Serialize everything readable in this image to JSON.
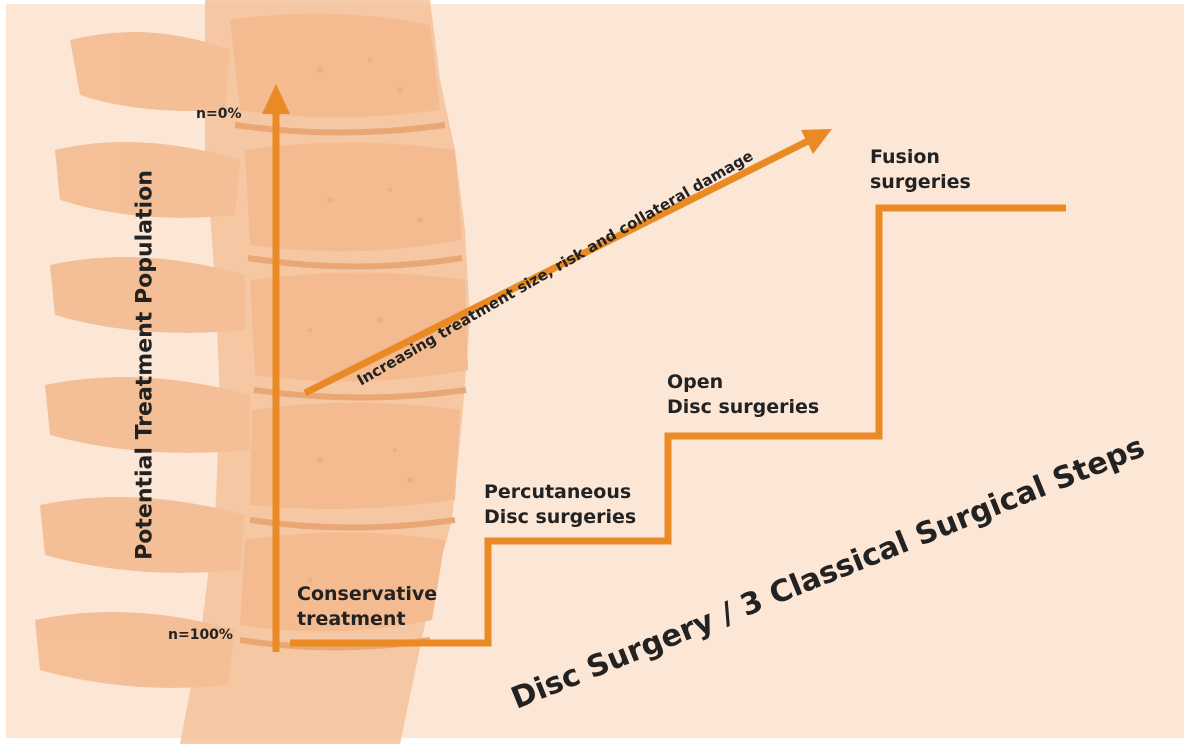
{
  "diagram": {
    "title": "Disc Surgery / 3 Classical Surgical Steps",
    "y_axis": {
      "title": "Potential Treatment Population",
      "top_label": "n=0%",
      "bottom_label": "n=100%"
    },
    "trend_arrow_label": "Increasing treatment size, risk and collateral damage",
    "steps": [
      {
        "line1": "Conservative",
        "line2": "treatment"
      },
      {
        "line1": "Percutaneous",
        "line2": "Disc surgeries"
      },
      {
        "line1": "Open",
        "line2": "Disc surgeries"
      },
      {
        "line1": "Fusion",
        "line2": "surgeries"
      }
    ],
    "colors": {
      "accent": "#ea8a25",
      "background": "#fce6d6",
      "spine": "#f3b88c",
      "text": "#222222"
    },
    "background_image": "spine-illustration"
  }
}
